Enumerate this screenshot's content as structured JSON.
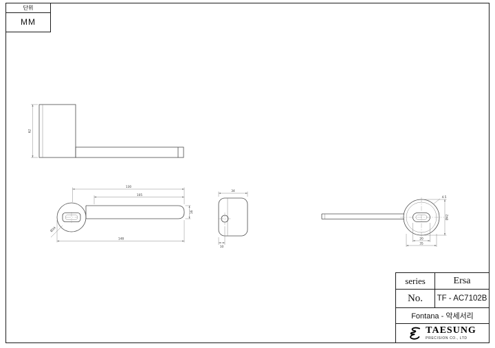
{
  "colors": {
    "line": "#4a4a4a",
    "dim_line": "#8a8a8a",
    "border": "#1a1a1a"
  },
  "unit_box": {
    "label": "단위",
    "value": "MM"
  },
  "dims": {
    "top_height": "62",
    "len_outer": "130",
    "len_inner": "105",
    "len_total": "148",
    "bar_height": "16",
    "plate_dia": "Ø34",
    "side_width": "34",
    "side_offset": "10",
    "ring_gap": "4.5",
    "right_dia": "Ø42",
    "slot_width": "20",
    "inner_dia": "35"
  },
  "title_block": {
    "series_label": "series",
    "series_value": "Ersa",
    "no_label": "No.",
    "no_value": "TF - AC7102B",
    "product": "Fontana - 악세서리",
    "company_name": "TAESUNG",
    "company_subtitle": "PRECISION CO., LTD"
  }
}
